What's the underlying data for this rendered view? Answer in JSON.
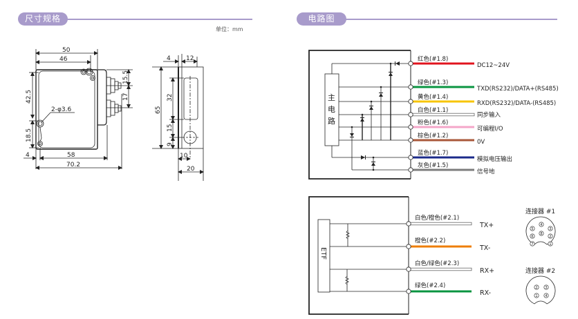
{
  "sections": {
    "dimensions": {
      "title": "尺寸规格",
      "unit": "单位：mm"
    },
    "circuit": {
      "title": "电路图"
    }
  },
  "front_view": {
    "dims": {
      "w50": "50",
      "w46": "46",
      "h42_5": "42.5",
      "h18_5": "18.5",
      "w4": "4",
      "w58": "58",
      "w70_2": "70.2",
      "h15_5": "15.5",
      "h17": "17"
    },
    "hole_label": "2-φ3.6"
  },
  "side_view": {
    "dims": {
      "w4": "4",
      "w12": "12",
      "h65": "65",
      "h32": "32",
      "h15": "15",
      "h9": "9",
      "w10": "10",
      "w20": "20"
    }
  },
  "main_circuit": {
    "block_label": [
      "主",
      "电",
      "路"
    ],
    "wires": [
      {
        "id": "red",
        "label": "红色(#1.8)",
        "signal": "DC12~24V",
        "color": "#e1141e"
      },
      {
        "id": "green",
        "label": "绿色(#1.3)",
        "signal": "TXD(RS232)/DATA+(RS485)",
        "color": "#0a9440"
      },
      {
        "id": "yellow",
        "label": "黄色(#1.4)",
        "signal": "RXD(RS232)/DATA-(RS485)",
        "color": "#f7c500"
      },
      {
        "id": "white",
        "label": "白色(#1.1)",
        "signal": "同步输入",
        "color": "#ffffff"
      },
      {
        "id": "pink",
        "label": "粉色(#1.6)",
        "signal": "可编程I/O",
        "color": "#f4a6c8"
      },
      {
        "id": "brown",
        "label": "棕色(#1.2)",
        "signal": "0V",
        "color": "#a9583a"
      },
      {
        "id": "blue",
        "label": "蓝色(#1.7)",
        "signal": "模拟电压输出",
        "color": "#1b2a8a"
      },
      {
        "id": "gray",
        "label": "灰色(#1.5)",
        "signal": "信号地",
        "color": "#7d7d7d"
      }
    ]
  },
  "etf_circuit": {
    "block_label": "ETF",
    "wires": [
      {
        "id": "white-orange",
        "label": "白色/橙色(#2.1)",
        "signal": "TX+",
        "color": "#ffffff"
      },
      {
        "id": "orange",
        "label": "橙色(#2.2)",
        "signal": "TX-",
        "color": "#ee7d00"
      },
      {
        "id": "white-green",
        "label": "白色/绿色(#2.3)",
        "signal": "RX+",
        "color": "#ffffff"
      },
      {
        "id": "green",
        "label": "绿色(#2.4)",
        "signal": "RX-",
        "color": "#0a9440"
      }
    ]
  },
  "connectors": [
    {
      "title": "连接器 #1",
      "pins": [
        "1",
        "2",
        "3",
        "4",
        "5",
        "6",
        "7",
        "8"
      ]
    },
    {
      "title": "连接器 #2",
      "pins": [
        "1",
        "2",
        "3",
        "4"
      ]
    }
  ]
}
